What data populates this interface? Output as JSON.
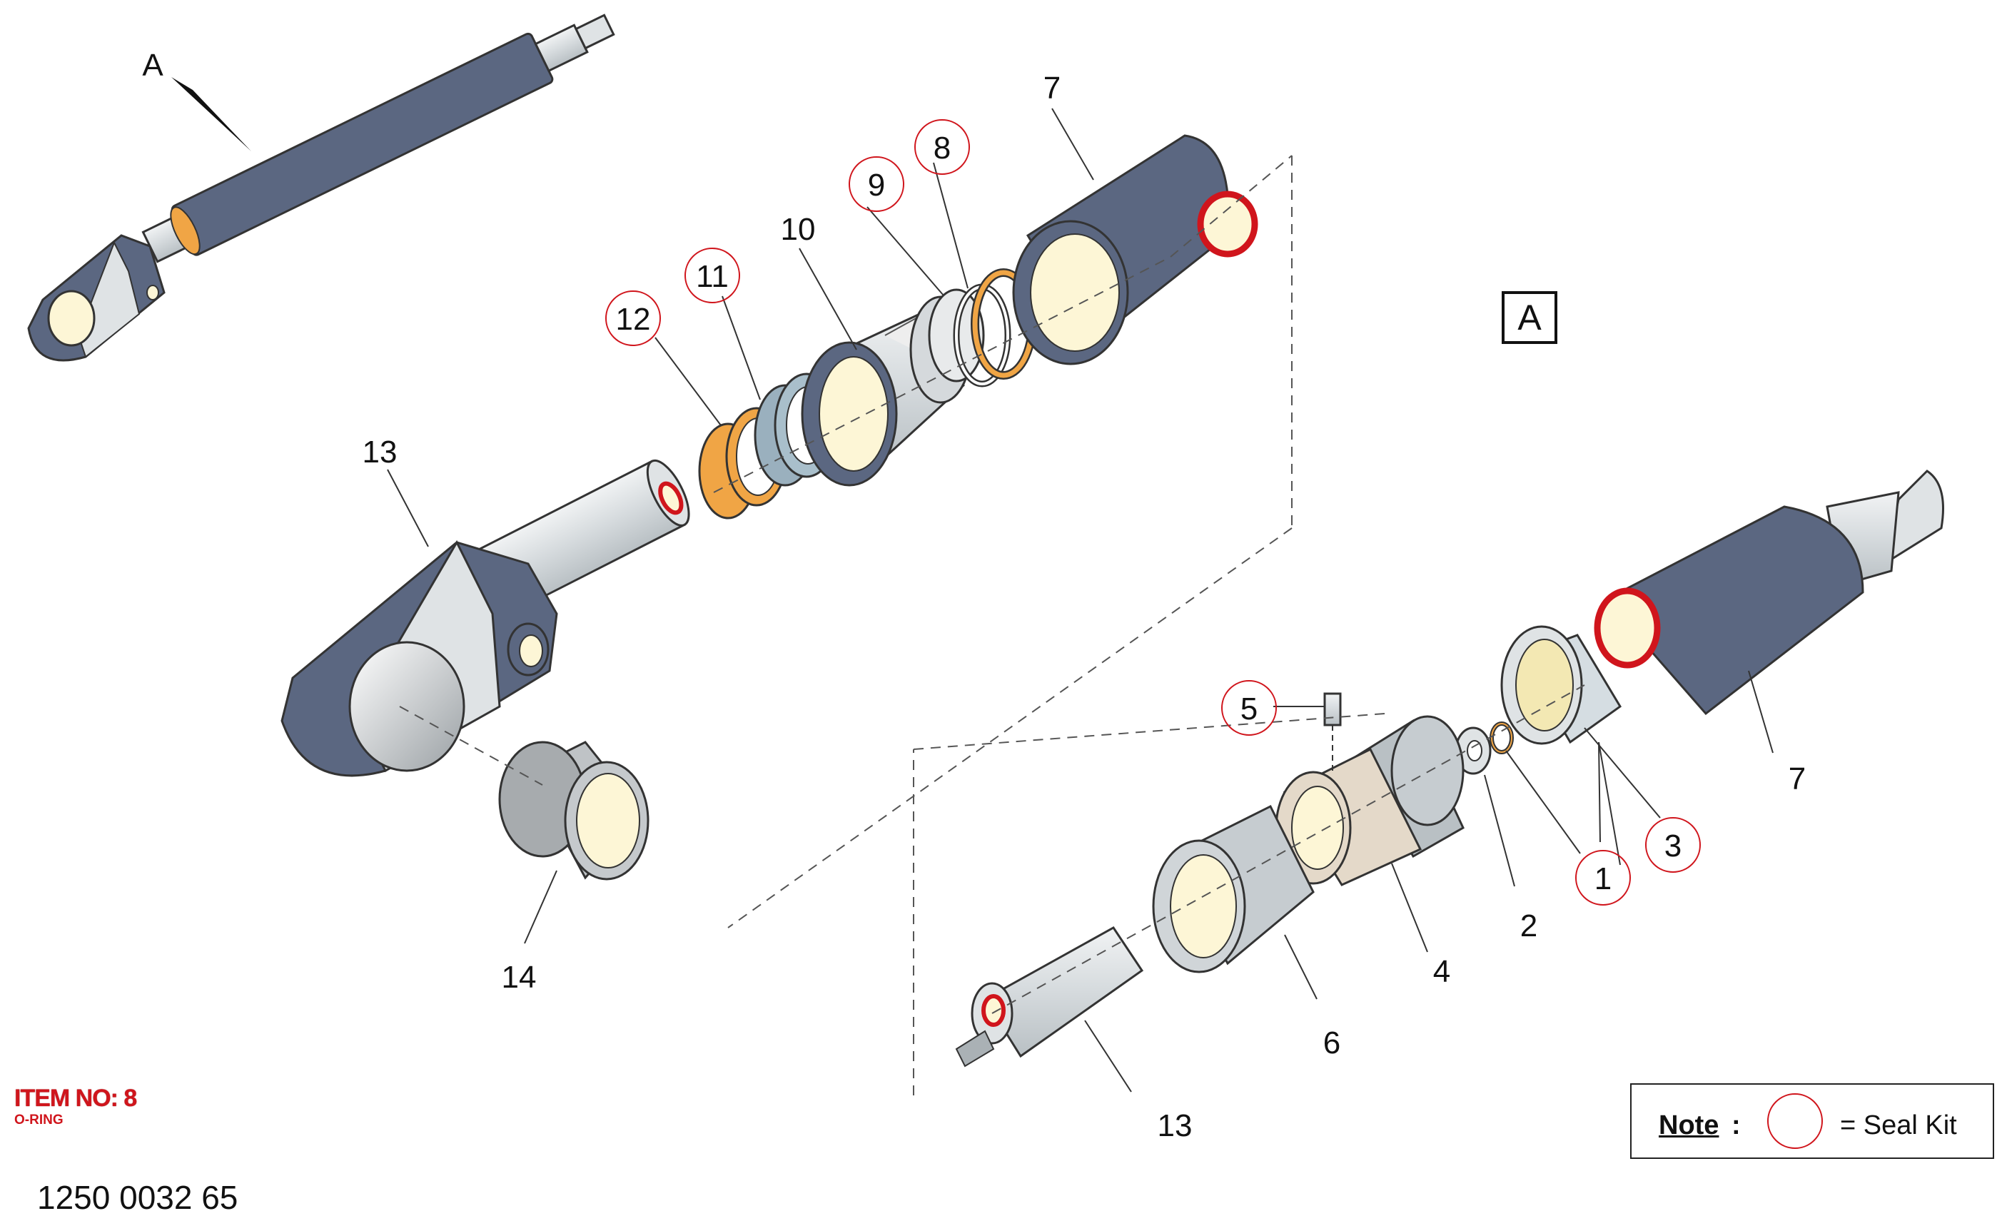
{
  "diagram": {
    "view_marker": "A",
    "view_tag": "A",
    "callouts": [
      "1",
      "2",
      "3",
      "4",
      "5",
      "6",
      "7",
      "7",
      "8",
      "9",
      "10",
      "11",
      "12",
      "13",
      "13",
      "14"
    ]
  },
  "footer": {
    "item_no": "ITEM NO: 8",
    "item_name": "O-RING",
    "part_number": "1250 0032 65"
  },
  "note": {
    "label": "Note",
    "colon": ":",
    "text": "= Seal Kit"
  },
  "colors": {
    "body": "#5b6781",
    "metal": "#d9dee1",
    "seal_ring": "#d0151c",
    "orange": "#f0a545",
    "cream": "#fdf6d6"
  }
}
